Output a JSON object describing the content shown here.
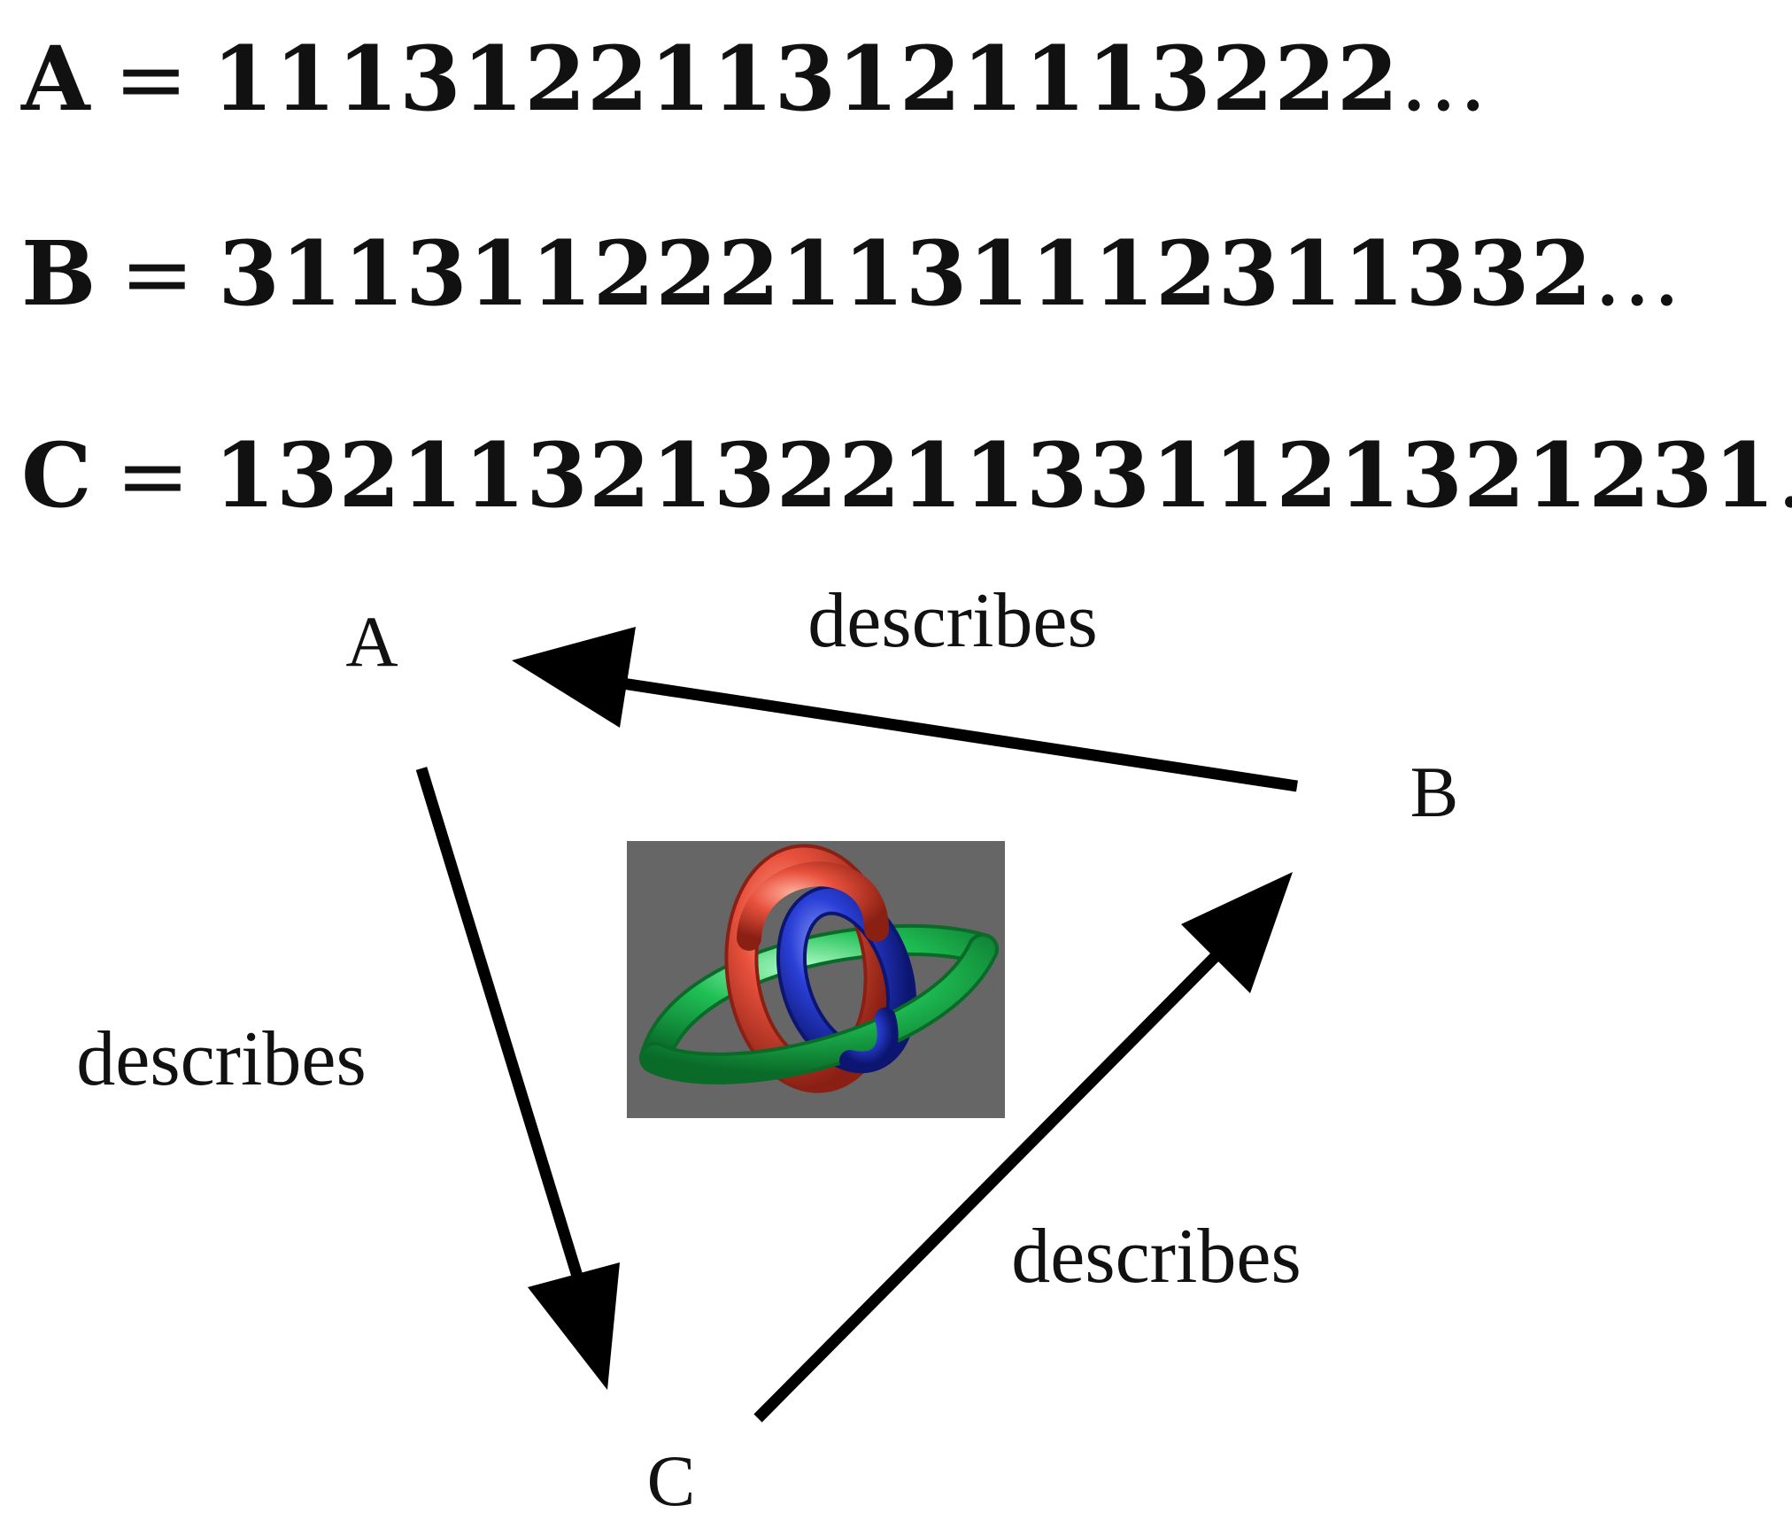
{
  "sequences": [
    {
      "name": "A",
      "equals": "=",
      "digits": "1113122113121113222",
      "ellipsis": "…"
    },
    {
      "name": "B",
      "equals": "=",
      "digits": "3113112221131112311332",
      "ellipsis": "…"
    },
    {
      "name": "C",
      "equals": "=",
      "digits": "1321132132211331121321231",
      "ellipsis": "…"
    }
  ],
  "diagram": {
    "nodes": {
      "a": "A",
      "b": "B",
      "c": "C"
    },
    "edges": [
      {
        "from": "B",
        "to": "A",
        "label": "describes"
      },
      {
        "from": "A",
        "to": "C",
        "label": "describes"
      },
      {
        "from": "C",
        "to": "B",
        "label": "describes"
      }
    ],
    "image": {
      "subject": "borromean-rings",
      "colors": [
        "#e8513c",
        "#2a3fd6",
        "#1fbf55"
      ],
      "background": "#666666"
    }
  }
}
